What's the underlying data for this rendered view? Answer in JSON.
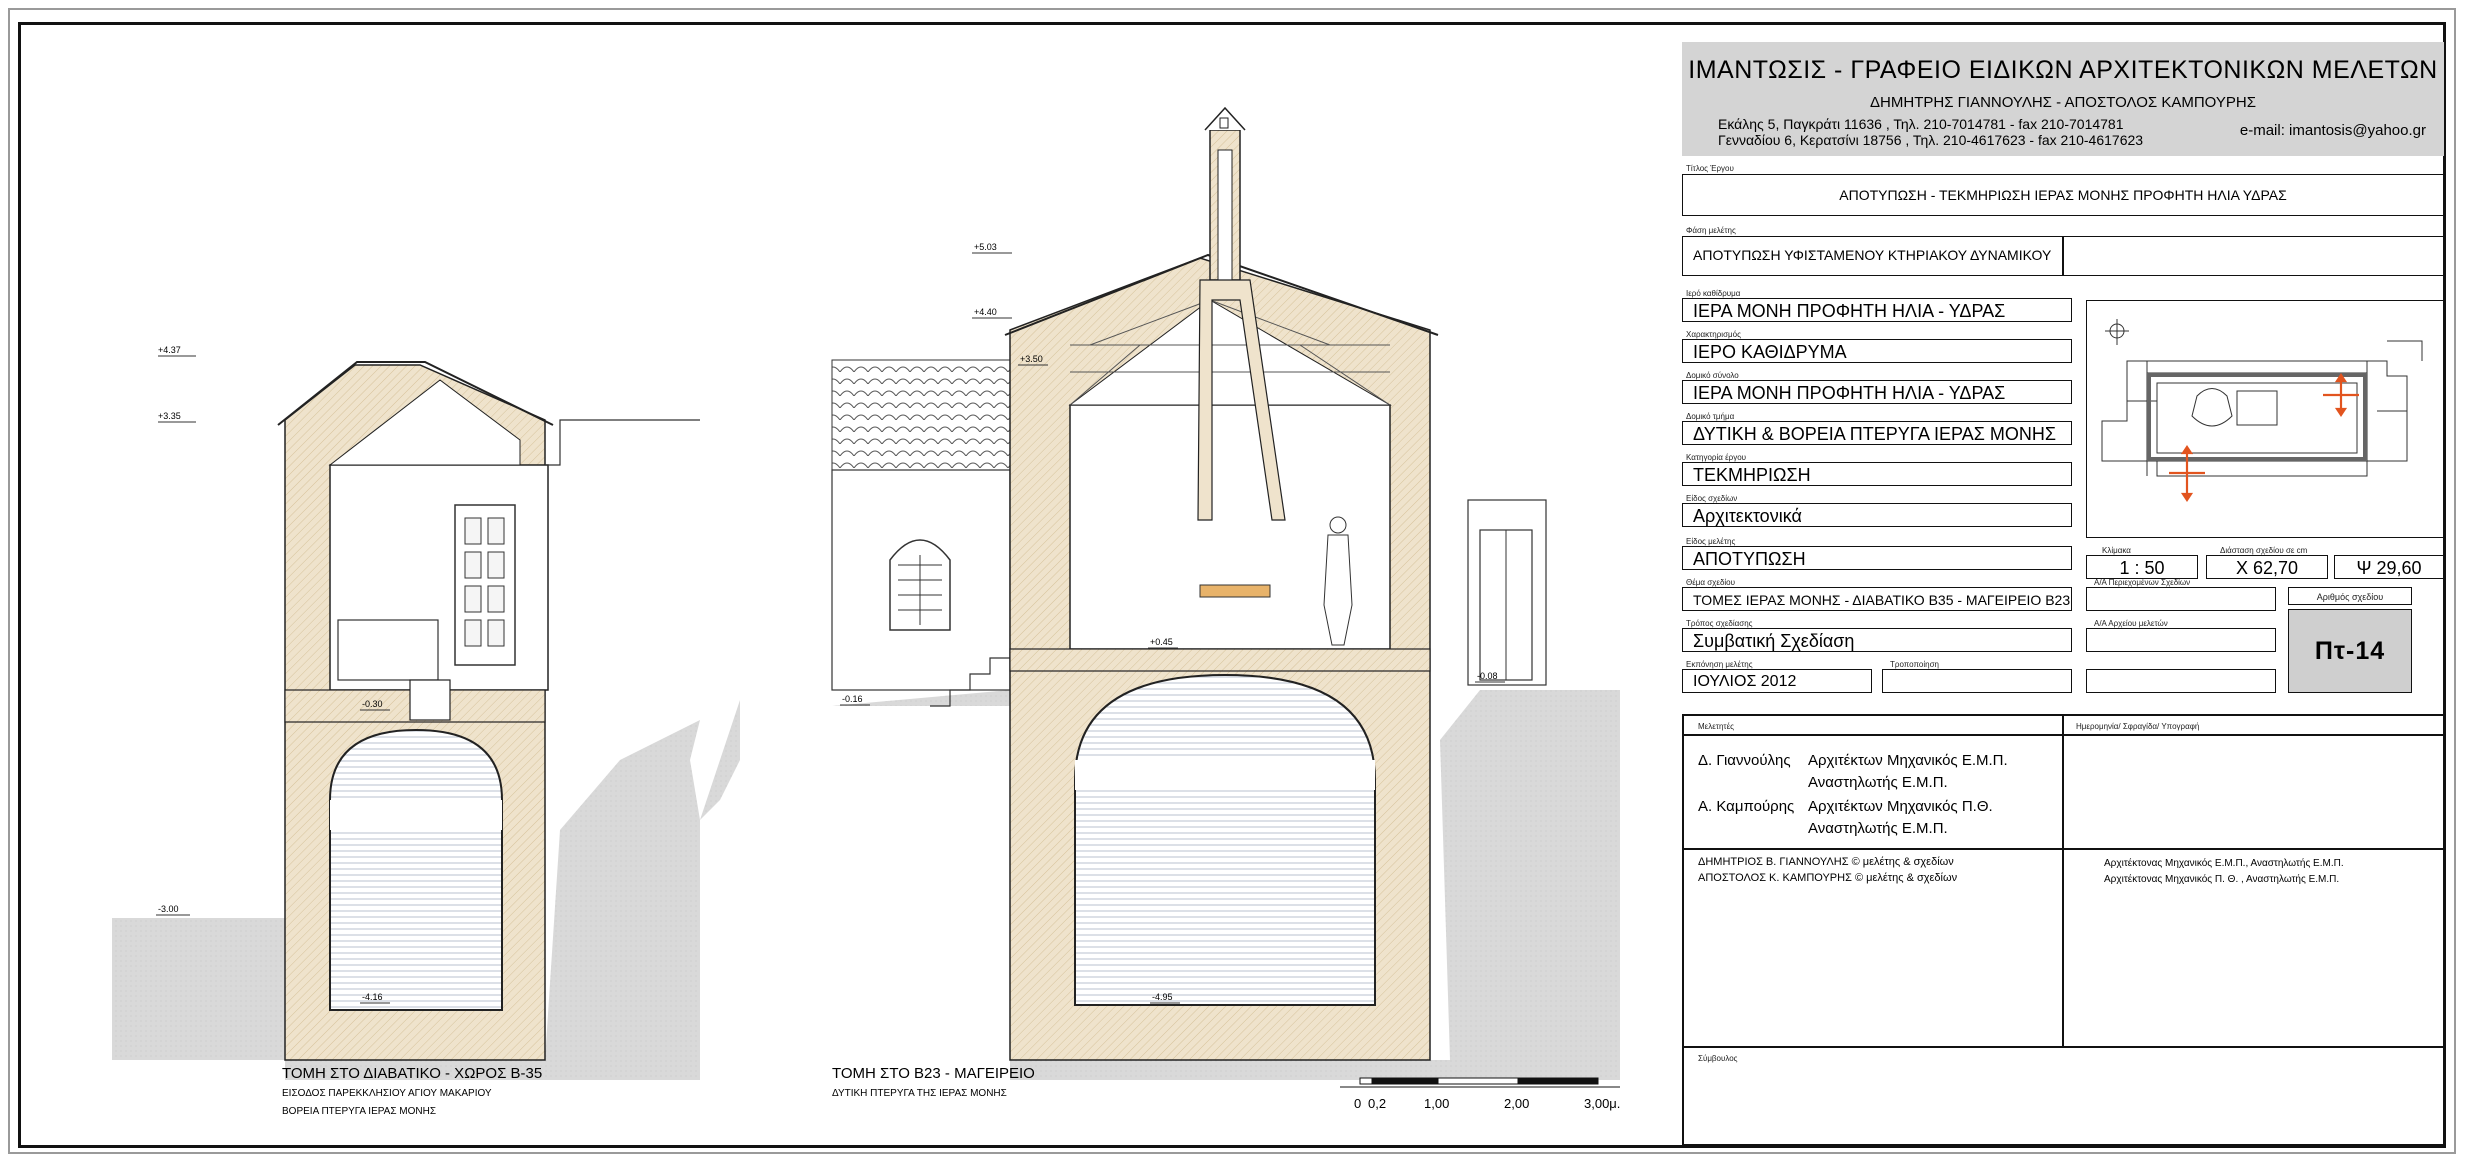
{
  "office": {
    "name": "ΙΜΑΝΤΩΣΙΣ - ΓΡΑΦΕΙΟ ΕΙΔΙΚΩΝ ΑΡΧΙΤΕΚΤΟΝΙΚΩΝ ΜΕΛΕΤΩΝ",
    "partners": "ΔΗΜΗΤΡΗΣ ΓΙΑΝΝΟΥΛΗΣ  -  ΑΠΟΣΤΟΛΟΣ ΚΑΜΠΟΥΡΗΣ",
    "address1": "Εκάλης 5, Παγκράτι 11636 , Τηλ. 210-7014781 - fax 210-7014781",
    "address2": "Γενναδίου 6, Κερατσίνι 18756 , Τηλ. 210-4617623 - fax 210-4617623",
    "email": "e-mail: imantosis@yahoo.gr"
  },
  "fields": {
    "project_title_label": "Τίτλος Έργου",
    "project_title": "ΑΠΟΤΥΠΩΣΗ - ΤΕΚΜΗΡΙΩΣΗ ΙΕΡΑΣ ΜΟΝΗΣ ΠΡΟΦΗΤΗ ΗΛΙΑ ΥΔΡΑΣ",
    "phase_label": "Φάση μελέτης",
    "phase": "ΑΠΟΤΥΠΩΣΗ ΥΦΙΣΤΑΜΕΝΟΥ ΚΤΗΡΙΑΚΟΥ ΔΥΝΑΜΙΚΟΥ",
    "monument_label": "Ιερό καθίδρυμα",
    "monument": "ΙΕΡΑ ΜΟΝΗ ΠΡΟΦΗΤΗ ΗΛΙΑ - ΥΔΡΑΣ",
    "character_label": "Χαρακτηρισμός",
    "character": "ΙΕΡΟ ΚΑΘΙΔΡΥΜΑ",
    "complex_label": "Δομικό σύνολο",
    "complex": "ΙΕΡΑ ΜΟΝΗ ΠΡΟΦΗΤΗ ΗΛΙΑ - ΥΔΡΑΣ",
    "part_label": "Δομικό τμήμα",
    "part": "ΔΥΤΙΚΗ & ΒΟΡΕΙΑ ΠΤΕΡΥΓΑ ΙΕΡΑΣ ΜΟΝΗΣ",
    "category_label": "Κατηγορία έργου",
    "category": "ΤΕΚΜΗΡΙΩΣΗ",
    "drawing_kind_label": "Είδος σχεδίων",
    "drawing_kind": "Αρχιτεκτονικά",
    "study_kind_label": "Είδος μελέτης",
    "study_kind": "ΑΠΟΤΥΠΩΣΗ",
    "scale_label": "Κλίμακα",
    "scale": "1 : 50",
    "dims_label": "Διάσταση σχεδίου σε cm",
    "dim_x": "Χ 62,70",
    "dim_y": "Ψ 29,60",
    "subject_label": "Θέμα σχεδίου",
    "subject": "ΤΟΜΕΣ ΙΕΡΑΣ ΜΟΝΗΣ - ΔΙΑΒΑΤΙΚΟ Β35 - ΜΑΓΕΙΡΕΙΟ Β23",
    "included_label": "Α/Α Περιεχομένων Σχεδίων",
    "drawing_no_label": "Αριθμός σχεδίου",
    "drawing_no": "Πτ-14",
    "method_label": "Τρόπος σχεδίασης",
    "method": "Συμβατική Σχεδίαση",
    "archive_label": "Α/Α Αρχείου μελετών",
    "date_label": "Εκπόνηση μελέτης",
    "date": "ΙΟΥΛΙΟΣ 2012",
    "revision_label": "Τροποποίηση"
  },
  "signatures": {
    "designers_label": "Μελετητές",
    "date_stamp_label": "Ημερομηνία/ Σφραγίδα/ Υπογραφή",
    "p1_name": "Δ. Γιαννούλης",
    "p1_role1": "Αρχιτέκτων Μηχανικός Ε.Μ.Π.",
    "p1_role2": "Αναστηλωτής Ε.Μ.Π.",
    "p2_name": "Α. Καμπούρης",
    "p2_role1": "Αρχιτέκτων Μηχανικός Π.Θ.",
    "p2_role2": "Αναστηλωτής Ε.Μ.Π.",
    "copy1": "ΔΗΜΗΤΡΙΟΣ Β. ΓΙΑΝΝΟΥΛΗΣ  © μελέτης & σχεδίων",
    "copy2": "ΑΠΟΣΤΟΛΟΣ Κ. ΚΑΜΠΟΥΡΗΣ  © μελέτης & σχεδίων",
    "copy1_role": "Αρχιτέκτονας Μηχανικός Ε.Μ.Π., Αναστηλωτής Ε.Μ.Π.",
    "copy2_role": "Αρχιτέκτονας Μηχανικός Π. Θ. ,  Αναστηλωτής Ε.Μ.Π.",
    "advisor_label": "Σύμβουλος"
  },
  "sections": {
    "left_title": "ΤΟΜΗ ΣΤΟ ΔΙΑΒΑΤΙΚΟ - ΧΩΡΟΣ Β-35",
    "left_sub1": "ΕΙΣΟΔΟΣ ΠΑΡΕΚΚΛΗΣΙΟΥ ΑΓΙΟΥ ΜΑΚΑΡΙΟΥ",
    "left_sub2": "ΒΟΡΕΙΑ ΠΤΕΡΥΓΑ ΙΕΡΑΣ ΜΟΝΗΣ",
    "right_title": "ΤΟΜΗ ΣΤΟ Β23 - ΜΑΓΕΙΡΕΙΟ",
    "right_sub1": "ΔΥΤΙΚΗ ΠΤΕΡΥΓΑ ΤΗΣ ΙΕΡΑΣ ΜΟΝΗΣ"
  },
  "levels": {
    "l_437": "+4.37",
    "l_335": "+3.35",
    "l_m030": "-0.30",
    "l_m300": "-3.00",
    "l_m416": "-4.16",
    "r_503": "+5.03",
    "r_440": "+4.40",
    "r_350": "+3.50",
    "r_045": "+0.45",
    "r_m016": "-0.16",
    "r_m008": "-0.08",
    "r_m495": "-4.95"
  },
  "scale_bar": {
    "t0": "0",
    "t1": "0,2",
    "t2": "1,00",
    "t3": "2,00",
    "t4": "3,00μ."
  },
  "colors": {
    "wall_fill": "#efe3cc",
    "ground_fill": "#d9d9d9",
    "title_grey": "#d4d4d4",
    "accent_orange": "#e2541f"
  }
}
